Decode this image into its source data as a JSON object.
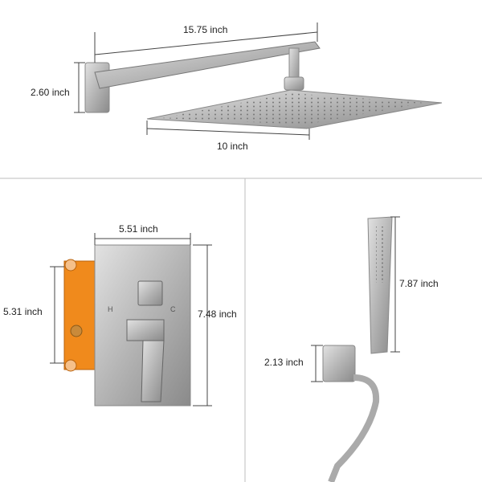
{
  "dimensions": {
    "arm_length": "15.75 inch",
    "wall_flange_height": "2.60 inch",
    "head_width": "10 inch",
    "valve_plate_width": "5.51 inch",
    "valve_box_height": "5.31 inch",
    "valve_plate_height": "7.48 inch",
    "handheld_length": "7.87 inch",
    "holder_height": "2.13 inch"
  },
  "valve_marks": {
    "hot": "H",
    "cold": "C"
  },
  "colors": {
    "metal": "#b9b9b9",
    "metal_dark": "#7d7d7d",
    "valve_box": "#f08a1c",
    "divider": "#bdbdbd"
  }
}
